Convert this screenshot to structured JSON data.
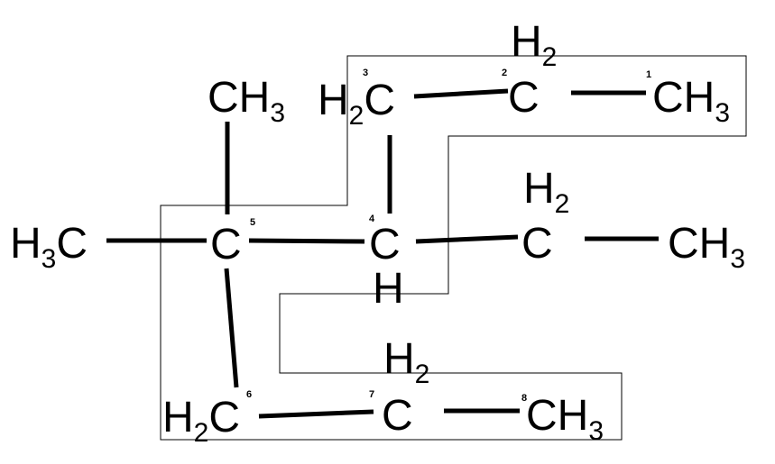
{
  "molecule": {
    "atoms": {
      "c1": {
        "main": "CH",
        "sub": "3"
      },
      "c2": {
        "main": "C"
      },
      "c2h": {
        "main": "H",
        "sub": "2"
      },
      "c3": {
        "main": "C",
        "pre_main": "H",
        "pre_sub": "2"
      },
      "ch3_top": {
        "main": "CH",
        "sub": "3"
      },
      "h3c_left": {
        "pre_main": "H",
        "pre_sub": "3",
        "main": "C"
      },
      "c5": {
        "main": "C"
      },
      "c4": {
        "main": "C"
      },
      "c4h": {
        "main": "H"
      },
      "ethyl_c": {
        "main": "C"
      },
      "ethyl_ch2h": {
        "main": "H",
        "sub": "2"
      },
      "ethyl_ch3": {
        "main": "CH",
        "sub": "3"
      },
      "c6": {
        "pre_main": "H",
        "pre_sub": "2",
        "main": "C"
      },
      "c7": {
        "main": "C"
      },
      "c7h": {
        "main": "H",
        "sub": "2"
      },
      "c8": {
        "main": "CH",
        "sub": "3"
      }
    },
    "locants": [
      "1",
      "2",
      "3",
      "4",
      "5",
      "6",
      "7",
      "8"
    ]
  }
}
